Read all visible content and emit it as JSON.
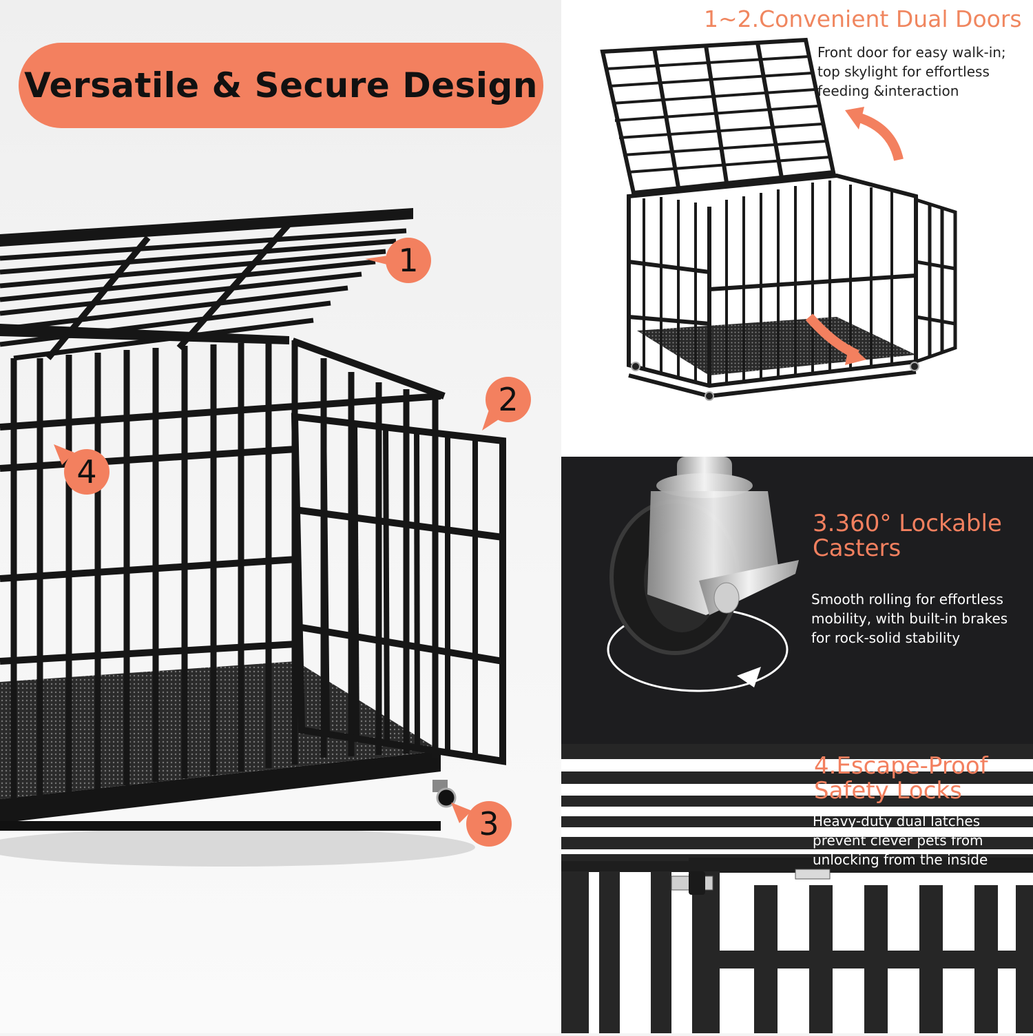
{
  "title": "Versatile & Secure Design",
  "callouts": [
    "1",
    "2",
    "3",
    "4"
  ],
  "feature_doors": {
    "heading": "1~2.Convenient Dual Doors",
    "lines": [
      "Front door for easy walk-in;",
      "top skylight for effortless",
      "feeding &interaction"
    ]
  },
  "feature_casters": {
    "heading_lines": [
      "3.360° Lockable",
      "Casters"
    ],
    "lines": [
      "Smooth rolling for effortless",
      "mobility, with built-in brakes",
      "for rock-solid stability"
    ]
  },
  "feature_locks": {
    "heading_lines": [
      "4.Escape-Proof",
      "Safety Locks"
    ],
    "lines": [
      "Heavy-duty dual latches",
      "prevent clever pets from",
      "unlocking from the inside"
    ]
  },
  "colors": {
    "accent": "#f3805f",
    "dark_panel": "#1d1d1f",
    "cage": "#1a1a1a"
  }
}
